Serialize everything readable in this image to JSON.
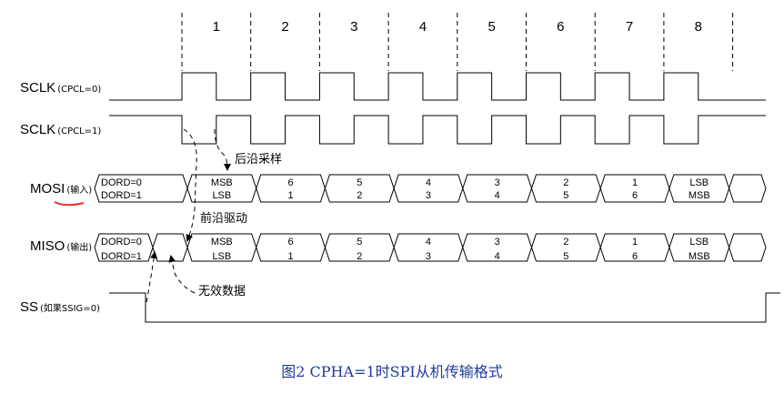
{
  "colors": {
    "line": "#000000",
    "caption": "#1f3a9a",
    "underline": "#e0312b"
  },
  "bit_numbers": [
    "1",
    "2",
    "3",
    "4",
    "5",
    "6",
    "7",
    "8"
  ],
  "signals": {
    "sclk0": {
      "name": "SCLK",
      "sub": "(CPCL=0)"
    },
    "sclk1": {
      "name": "SCLK",
      "sub": "(CPCL=1)"
    },
    "mosi": {
      "name": "MOSI",
      "sub": "(输入)"
    },
    "miso": {
      "name": "MISO",
      "sub": "(输出)"
    },
    "ss": {
      "name": "SS",
      "sub": "(如果SSIG=0)"
    }
  },
  "dord": {
    "line0": "DORD=0",
    "line1": "DORD=1"
  },
  "bus_cells": [
    {
      "top": "MSB",
      "bottom": "LSB"
    },
    {
      "top": "6",
      "bottom": "1"
    },
    {
      "top": "5",
      "bottom": "2"
    },
    {
      "top": "4",
      "bottom": "3"
    },
    {
      "top": "3",
      "bottom": "4"
    },
    {
      "top": "2",
      "bottom": "5"
    },
    {
      "top": "1",
      "bottom": "6"
    },
    {
      "top": "LSB",
      "bottom": "MSB"
    }
  ],
  "annotations": {
    "sample": "后沿采样",
    "drive": "前沿驱动",
    "invalid": "无效数据"
  },
  "caption": "图2 CPHA=1时SPI从机传输格式"
}
